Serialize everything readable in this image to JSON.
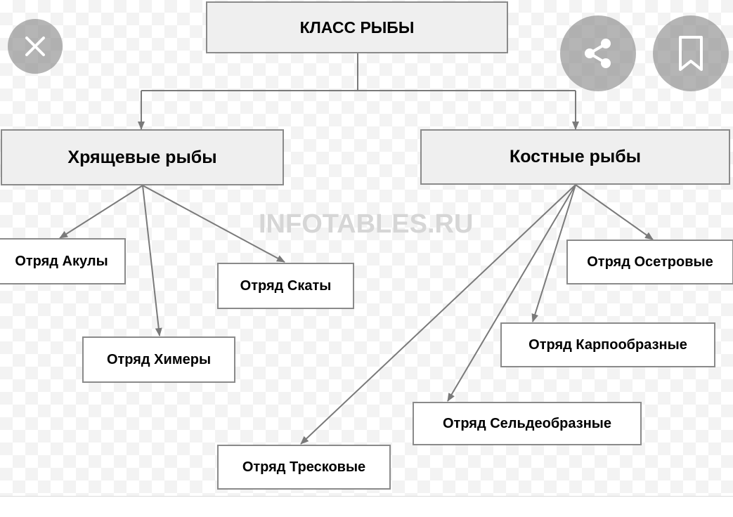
{
  "diagram": {
    "root": "КЛАСС РЫБЫ",
    "groups": [
      {
        "label": "Хрящевые рыбы",
        "orders": [
          "Отряд Акулы",
          "Отряд Химеры",
          "Отряд Скаты"
        ]
      },
      {
        "label": "Костные рыбы",
        "orders": [
          "Отряд Осетровые",
          "Отряд Карпообразные",
          "Отряд Сельдеобразные",
          "Отряд Тресковые"
        ]
      }
    ],
    "watermark": "INFOTABLES.RU"
  },
  "controls": {
    "close_icon": "close-icon",
    "share_icon": "share-icon",
    "bookmark_icon": "bookmark-icon"
  }
}
